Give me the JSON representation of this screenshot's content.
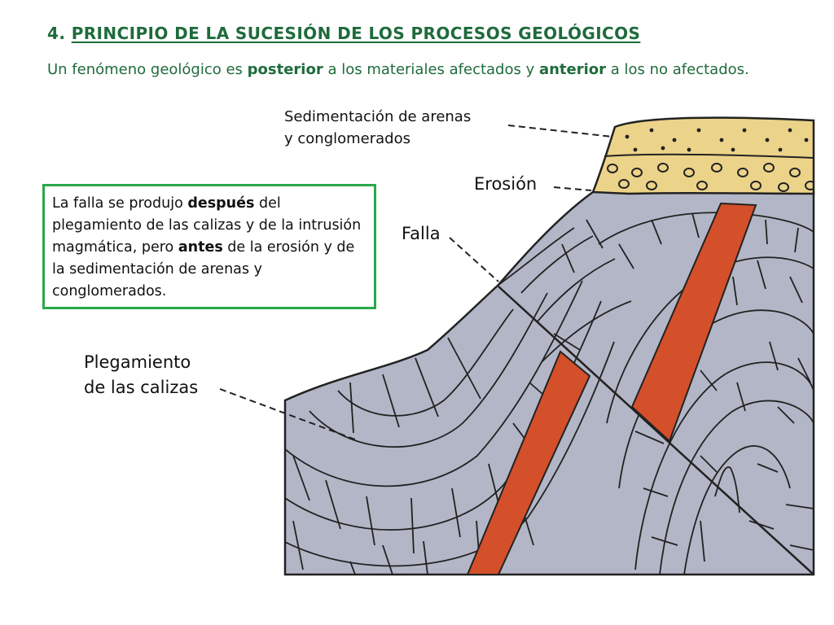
{
  "header": {
    "number": "4.",
    "title": "PRINCIPIO DE LA SUCESIÓN DE LOS PROCESOS GEOLÓGICOS"
  },
  "principle": {
    "p1": "Un fenómeno geológico es ",
    "b1": "posterior",
    "p2": " a los materiales afectados y ",
    "b2": "anterior",
    "p3": " a los no afectados."
  },
  "labels": {
    "sedimentation": [
      "Sedimentación de arenas",
      "y conglomerados"
    ],
    "erosion": "Erosión",
    "fault": "Falla",
    "folding": [
      "Plegamiento",
      "de las calizas"
    ]
  },
  "note": {
    "t1": "La falla se produjo ",
    "b1": "después",
    "t2": " del plegamiento de las calizas y de la intrusión magmática, pero ",
    "b2": "antes",
    "t3": " de la erosión y de la sedimentación de arenas y conglomerados."
  },
  "colors": {
    "limestone": "#b3b6c6",
    "outline": "#222222",
    "dike": "#d4502a",
    "sediment": "#ecd38a",
    "title": "#1f6b3c",
    "note_border": "#29a84a"
  }
}
